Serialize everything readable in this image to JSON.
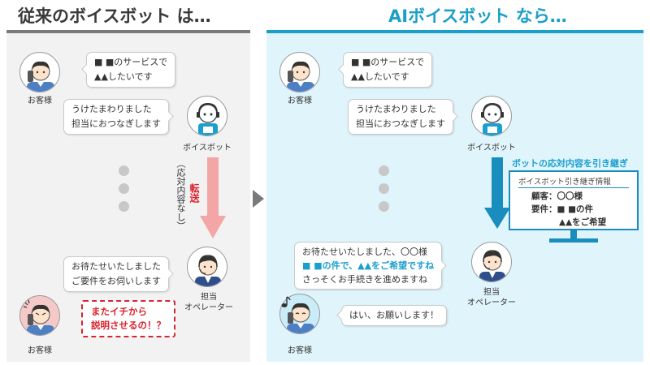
{
  "left": {
    "title": "従来のボイスボット は…",
    "customer_msg": [
      "■ ■のサービスで",
      "▲▲したいです"
    ],
    "customer_label": "お客様",
    "bot_msg": [
      "うけたまわりました",
      "担当におつなぎします"
    ],
    "bot_label": "ボイスボット",
    "transfer_label": "転送",
    "transfer_note": "（応対内容なし）",
    "operator_msg": [
      "お待たせいたしました",
      "ご要件をお伺いします"
    ],
    "operator_label": [
      "担当",
      "オペレーター"
    ],
    "customer2_label": "お客様",
    "complaint": [
      "またイチから",
      "説明させるの！？"
    ]
  },
  "right": {
    "title": "AIボイスボット なら…",
    "customer_msg": [
      "■ ■のサービスで",
      "▲▲したいです"
    ],
    "customer_label": "お客様",
    "bot_msg": [
      "うけたまわりました",
      "担当におつなぎします"
    ],
    "bot_label": "ボイスボット",
    "handover_title": "ボットの応対内容を引き継ぎ",
    "handover_info": {
      "header": "ボイスボット引き継ぎ情報",
      "customer_row": "顧客：〇〇様",
      "requirement_row": "要件：■ ■の件",
      "requirement_row2": "▲▲をご希望"
    },
    "operator_msg": {
      "line1": "お待たせいたしました、〇〇様",
      "line2": "■ ■の件で、▲▲をご希望ですね",
      "line3": "さっそくお手続きを進めますね"
    },
    "operator_label": [
      "担当",
      "オペレーター"
    ],
    "customer2_msg": "はい、お願いします！",
    "customer2_label": "お客様"
  },
  "colors": {
    "left_panel": "#f2f2f2",
    "left_title_line": "#7a7a7a",
    "right_panel": "#dff4fb",
    "right_title_line": "#1aa0c8",
    "red": "#d9232e",
    "blue": "#1a9fcf",
    "arrow_pink": "#f4a6a6",
    "arrow_blue": "#1a8dbf",
    "angry_bg": "#f6c9c9",
    "happy_bg": "#c9ecf8"
  }
}
